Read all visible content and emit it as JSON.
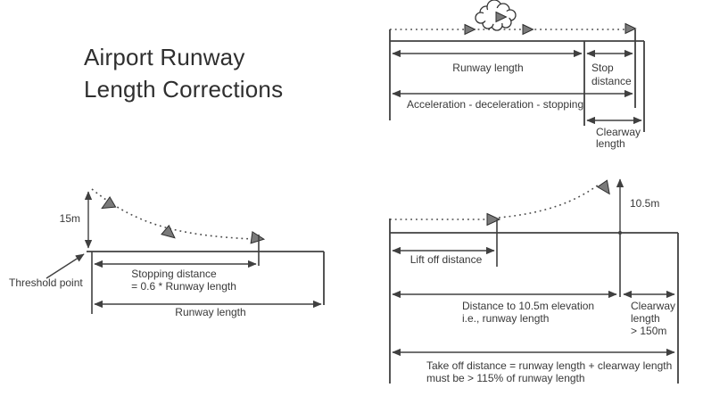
{
  "title": {
    "line1": "Airport Runway",
    "line2": "Length Corrections"
  },
  "colors": {
    "line": "#404040",
    "text": "#383838",
    "aircraft_fill": "#7a7a7a",
    "background": "#ffffff"
  },
  "accelerate_stop_diagram": {
    "runway_length": "Runway length",
    "stop_line1": "Stop",
    "stop_line2": "distance",
    "acceleration": "Acceleration - deceleration - stopping",
    "clearway_line1": "Clearway",
    "clearway_line2": "length",
    "icons": {
      "cloud": "cloud-icon",
      "aircraft": "aircraft-triangle-icon"
    }
  },
  "landing_diagram": {
    "height": "15m",
    "threshold": "Threshold point",
    "stopping_line1": "Stopping distance",
    "stopping_line2": "= 0.6 * Runway length",
    "runway_length": "Runway length"
  },
  "takeoff_diagram": {
    "liftoff": "Lift off distance",
    "height": "10.5m",
    "distance_line1": "Distance to 10.5m elevation",
    "distance_line2": "i.e., runway length",
    "clearway_line1": "Clearway",
    "clearway_line2": "length",
    "clearway_line3": "> 150m",
    "takeoff_line1": "Take off distance = runway length + clearway length",
    "takeoff_line2": "must be > 115% of runway length"
  }
}
